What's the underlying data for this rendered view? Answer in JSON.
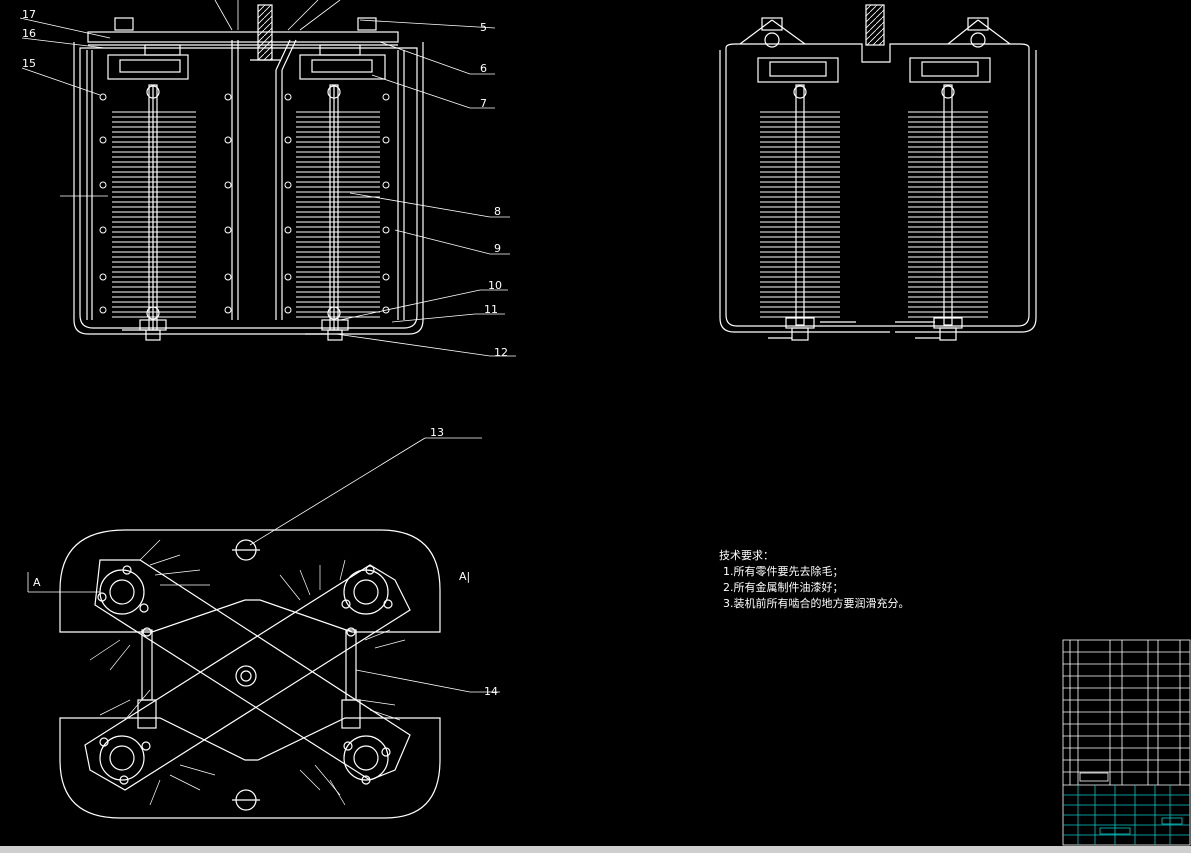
{
  "callouts": [
    {
      "id": "5",
      "text": "5"
    },
    {
      "id": "6",
      "text": "6"
    },
    {
      "id": "7",
      "text": "7"
    },
    {
      "id": "8",
      "text": "8"
    },
    {
      "id": "9",
      "text": "9"
    },
    {
      "id": "10",
      "text": "10"
    },
    {
      "id": "11",
      "text": "11"
    },
    {
      "id": "12",
      "text": "12"
    },
    {
      "id": "13",
      "text": "13"
    },
    {
      "id": "14",
      "text": "14"
    },
    {
      "id": "15",
      "text": "15"
    },
    {
      "id": "16",
      "text": "16"
    },
    {
      "id": "17",
      "text": "17"
    }
  ],
  "section_marks": {
    "left": "A",
    "right": "A|"
  },
  "technical_requirements": {
    "title": "技术要求：",
    "items": [
      "1.所有零件要先去除毛；",
      "2.所有金属制件油漆好；",
      "3.装机前所有啮合的地方要润滑充分。"
    ]
  },
  "colors": {
    "background": "#000000",
    "line": "#ffffff",
    "title_block": "#00c8c8"
  }
}
